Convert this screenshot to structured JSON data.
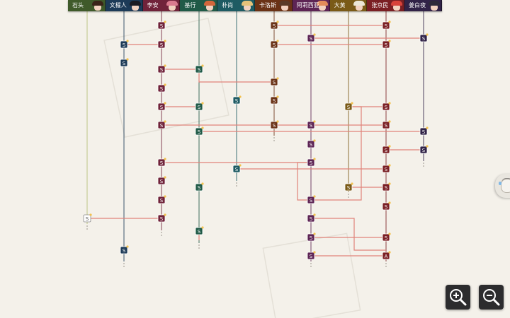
{
  "characters": [
    {
      "name": "石头",
      "bg": "#3f5a2a",
      "hair": "#3a2418"
    },
    {
      "name": "文櫂人",
      "bg": "#1d3b58",
      "hair": "#1b1b22"
    },
    {
      "name": "李安",
      "bg": "#70233a",
      "hair": "#d97a8e"
    },
    {
      "name": "基行",
      "bg": "#205a47",
      "hair": "#d2663b"
    },
    {
      "name": "朴尚",
      "bg": "#1e5b63",
      "hair": "#e6c27a"
    },
    {
      "name": "卡洛斯",
      "bg": "#6a3216",
      "hair": "#5b3a27"
    },
    {
      "name": "阿莉西亚",
      "bg": "#5d2454",
      "hair": "#e28b5a"
    },
    {
      "name": "大黄",
      "bg": "#7a5a17",
      "hair": "#ece6d6"
    },
    {
      "name": "张京民",
      "bg": "#7a1f24",
      "hair": "#d8423a"
    },
    {
      "name": "姜白夜",
      "bg": "#312347",
      "hair": "#2e2a3a"
    }
  ],
  "node_grade_default": "S",
  "node_grade_special": "A",
  "zoom": {
    "in_icon": "zoom-in-icon",
    "out_icon": "zoom-out-icon"
  },
  "side_tab_icon": "avatar-icon",
  "colors": {
    "connector": "#e0837a",
    "node_fill_white": "#ffffff",
    "star": "#f2c14e"
  }
}
